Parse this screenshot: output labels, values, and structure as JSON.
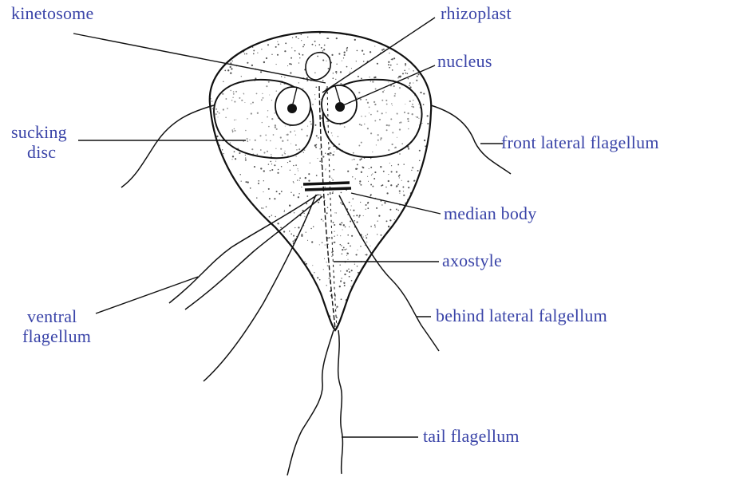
{
  "labels": {
    "kinetosome": "kinetosome",
    "rhizoplast": "rhizoplast",
    "nucleus": "nucleus",
    "sucking_disc_line1": "sucking",
    "sucking_disc_line2": "disc",
    "front_lateral_flagellum": "front lateral flagellum",
    "median_body": "median body",
    "axostyle": "axostyle",
    "ventral_flagellum_line1": "ventral",
    "ventral_flagellum_line2": "flagellum",
    "behind_lateral_flagellum": "behind lateral falgellum",
    "tail_flagellum": "tail flagellum"
  },
  "colors": {
    "label_text": "#3a44a8",
    "line_art": "#111111",
    "stipple": "#555555",
    "background": "#ffffff"
  }
}
